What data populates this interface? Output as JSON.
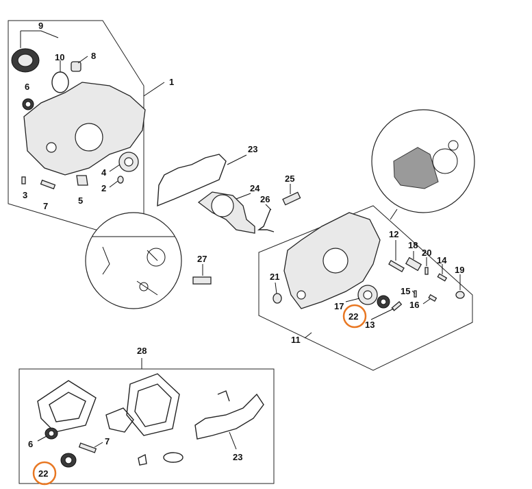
{
  "labels": {
    "l1": "1",
    "l2": "2",
    "l3": "3",
    "l4": "4",
    "l5": "5",
    "l6": "6",
    "l7": "7",
    "l8": "8",
    "l9": "9",
    "l10": "10",
    "l11": "11",
    "l12": "12",
    "l13": "13",
    "l14": "14",
    "l15": "15",
    "l16": "16",
    "l17": "17",
    "l18": "18",
    "l19": "19",
    "l20": "20",
    "l21": "21",
    "l22a": "22",
    "l22b": "22",
    "l23a": "23",
    "l23b": "23",
    "l24": "24",
    "l25": "25",
    "l26": "26",
    "l27": "27",
    "l28": "28",
    "l6b": "6",
    "l7b": "7"
  },
  "highlight_color": "#e87722"
}
